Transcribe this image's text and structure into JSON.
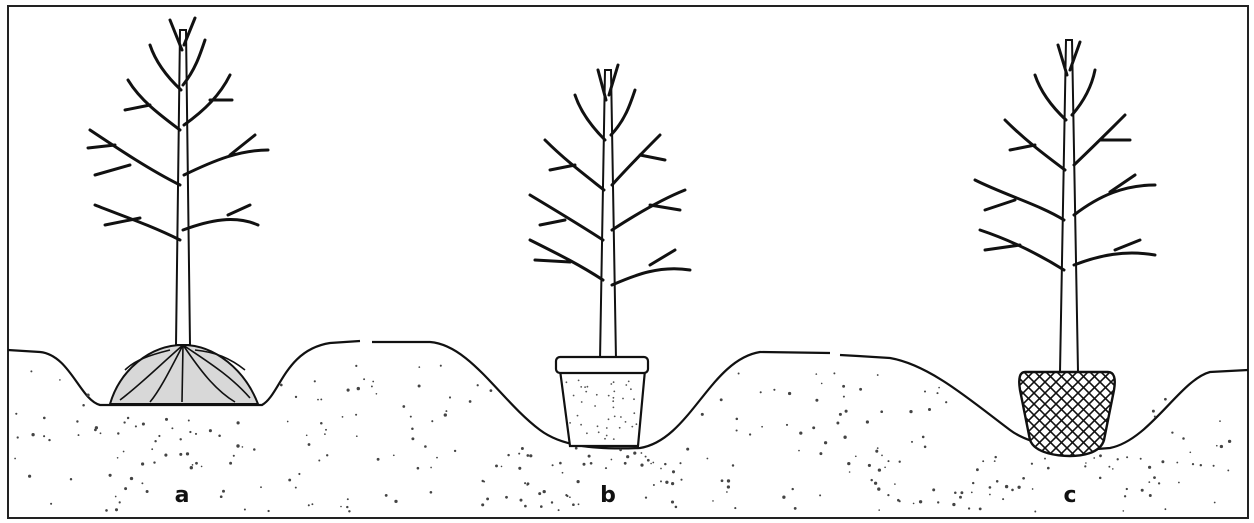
{
  "panels": [
    {
      "id": "a",
      "label": "a"
    },
    {
      "id": "b",
      "label": "b"
    },
    {
      "id": "c",
      "label": "c"
    }
  ],
  "colors": {
    "ink": "#111111",
    "background": "#ffffff",
    "border": "#222222"
  }
}
